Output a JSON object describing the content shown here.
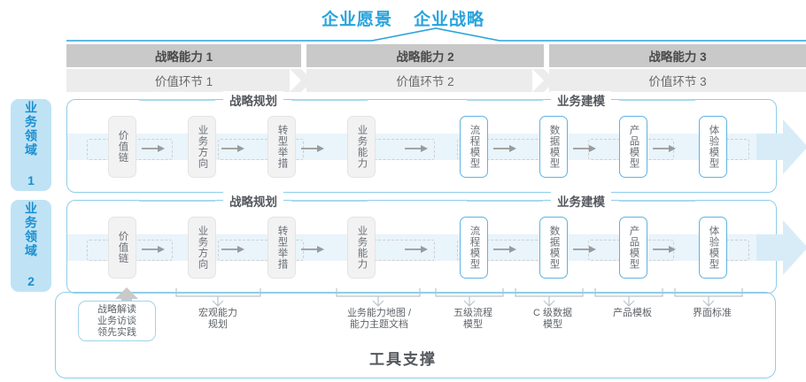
{
  "header": {
    "titles": [
      "企业愿景",
      "企业战略"
    ],
    "accent_color": "#29a3dc"
  },
  "capability_bars": [
    {
      "label": "战略能力 1"
    },
    {
      "label": "战略能力 2"
    },
    {
      "label": "战略能力 3"
    }
  ],
  "value_bars": [
    {
      "label": "价值环节 1"
    },
    {
      "label": "价值环节 2"
    },
    {
      "label": "价值环节 3"
    }
  ],
  "domains": [
    {
      "side_label": "业务领域 1",
      "sections": [
        {
          "title": "战略规划"
        },
        {
          "title": "业务建模"
        }
      ],
      "nodes": [
        {
          "label": "价值链",
          "style": "gray"
        },
        {
          "label": "业务方向",
          "style": "gray"
        },
        {
          "label": "转型举措",
          "style": "gray"
        },
        {
          "label": "业务能力",
          "style": "gray"
        },
        {
          "label": "流程模型",
          "style": "blue"
        },
        {
          "label": "数据模型",
          "style": "blue"
        },
        {
          "label": "产品模型",
          "style": "blue"
        },
        {
          "label": "体验模型",
          "style": "blue"
        }
      ]
    },
    {
      "side_label": "业务领域 2",
      "sections": [
        {
          "title": "战略规划"
        },
        {
          "title": "业务建模"
        }
      ],
      "nodes": [
        {
          "label": "价值链",
          "style": "gray"
        },
        {
          "label": "业务方向",
          "style": "gray"
        },
        {
          "label": "转型举措",
          "style": "gray"
        },
        {
          "label": "业务能力",
          "style": "gray"
        },
        {
          "label": "流程模型",
          "style": "blue"
        },
        {
          "label": "数据模型",
          "style": "blue"
        },
        {
          "label": "产品模型",
          "style": "blue"
        },
        {
          "label": "体验模型",
          "style": "blue"
        }
      ]
    }
  ],
  "tools": {
    "boxed": {
      "lines": [
        "战略解读",
        "业务访谈",
        "领先实践"
      ]
    },
    "labels": [
      {
        "text": "宏观能力\n规划"
      },
      {
        "text": "业务能力地图 /\n能力主题文档"
      },
      {
        "text": "五级流程\n模型"
      },
      {
        "text": "C 级数据\n模型"
      },
      {
        "text": "产品模板"
      },
      {
        "text": "界面标准"
      }
    ],
    "title": "工具支撑"
  },
  "colors": {
    "blue": "#29a3dc",
    "light_blue_border": "#8fcde8",
    "band": "#e9f4fb",
    "band_arrow": "#d8ecf7",
    "cap_bar": "#c9c9c9",
    "val_bar": "#ececec",
    "node_gray": "#f2f2f2",
    "node_blue_border": "#5fb4e0",
    "side_label_bg": "#bfe3f5"
  }
}
